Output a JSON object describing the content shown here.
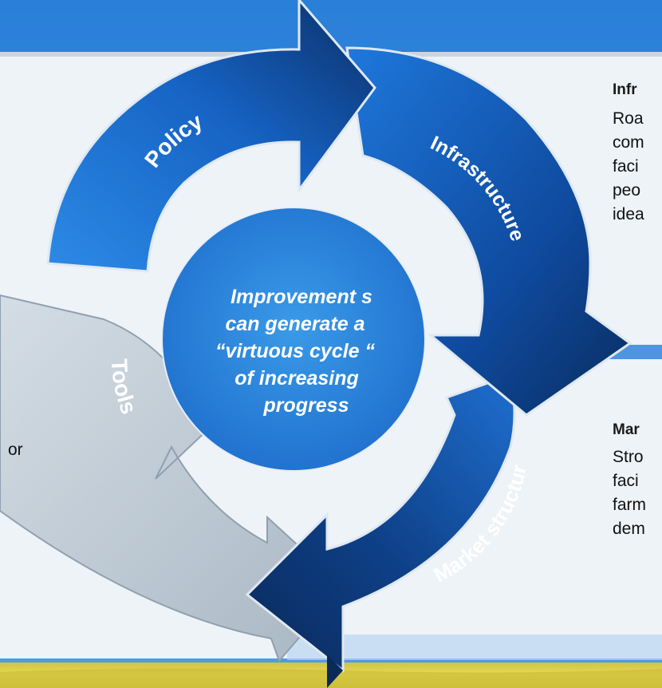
{
  "diagram": {
    "segments": [
      {
        "label": "Policy"
      },
      {
        "label": "Infrastructure"
      },
      {
        "label": "Market structure"
      },
      {
        "label": "Tools"
      }
    ],
    "center_lines": [
      "Improvement s",
      "can generate a",
      "“virtuous cycle “",
      "of  increasing",
      "progress"
    ]
  },
  "panels": {
    "infrastructure": {
      "header": "Infr",
      "lines": [
        "Roa",
        "com",
        "faci",
        "peo",
        "idea"
      ]
    },
    "market": {
      "header": "Mar",
      "lines": [
        "Stro",
        "faci",
        "farm",
        "dem"
      ]
    },
    "tools": {
      "fragment": "or"
    }
  },
  "colors": {
    "sky_top": "#1d6fd0",
    "panel_bg": "#eef3f7",
    "arrow_dark": "#0d3a78",
    "arrow_light": "#1f7fe0",
    "tools_arrow": "#b9c5d0",
    "center_fill": "#2b86dc",
    "field": "#e0d247"
  }
}
